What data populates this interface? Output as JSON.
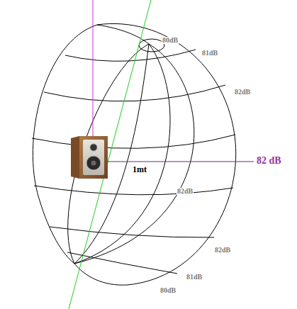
{
  "diagram": {
    "labels": [
      "80dB",
      "81dB",
      "82dB",
      "82 dB",
      "1mt",
      "82dB",
      "82dB",
      "81dB",
      "80dB"
    ]
  }
}
